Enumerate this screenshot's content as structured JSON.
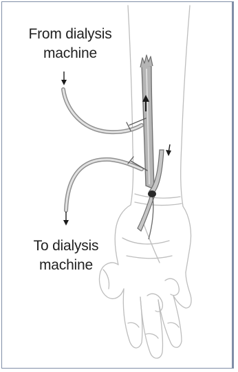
{
  "labels": {
    "from_line1": "From dialysis",
    "from_line2": "machine",
    "to_line1": "To dialysis",
    "to_line2": "machine"
  },
  "colors": {
    "frame": "#7f8da6",
    "outline": "#b8b8b8",
    "vessel": "#8a8a8a",
    "tube": "#9a9a9a",
    "arrow": "#1a1a1a"
  },
  "icons": {
    "flow_up": "arrow-up-icon",
    "flow_down": "arrow-down-icon"
  }
}
